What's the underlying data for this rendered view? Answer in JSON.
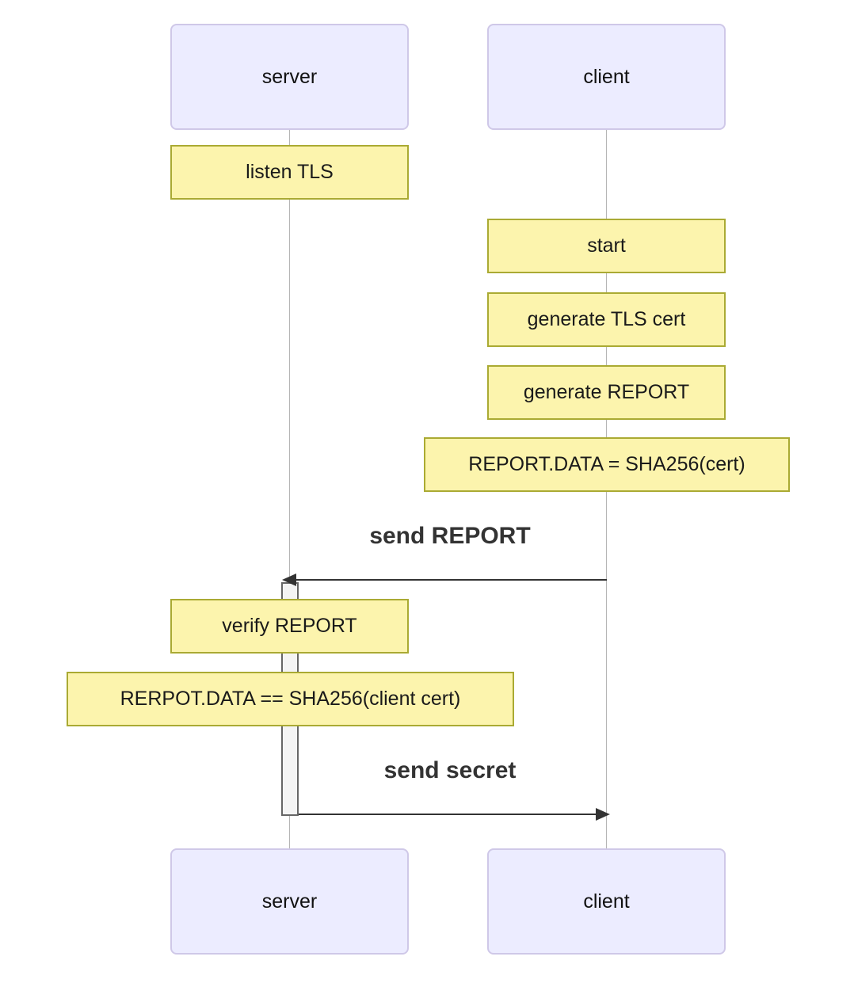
{
  "colors": {
    "participant_fill": "#ECECFF",
    "participant_border": "#CFC8E8",
    "note_fill": "#FCF4AD",
    "note_border": "#AAAA33",
    "lifeline": "#B5B5B5",
    "activation_fill": "#F4F4F4",
    "activation_border": "#666666",
    "message": "#333333"
  },
  "participants": [
    {
      "id": "server",
      "label": "server"
    },
    {
      "id": "client",
      "label": "client"
    }
  ],
  "notes": [
    {
      "over": "server",
      "label": "listen TLS"
    },
    {
      "over": "client",
      "label": "start"
    },
    {
      "over": "client",
      "label": "generate TLS cert"
    },
    {
      "over": "client",
      "label": "generate REPORT"
    },
    {
      "over": "client",
      "label": "REPORT.DATA = SHA256(cert)"
    },
    {
      "over": "server",
      "label": "verify REPORT"
    },
    {
      "over": "server",
      "label": "RERPOT.DATA == SHA256(client cert)"
    }
  ],
  "messages": [
    {
      "label": "send REPORT",
      "from": "client",
      "to": "server"
    },
    {
      "label": "send secret",
      "from": "server",
      "to": "client"
    }
  ]
}
